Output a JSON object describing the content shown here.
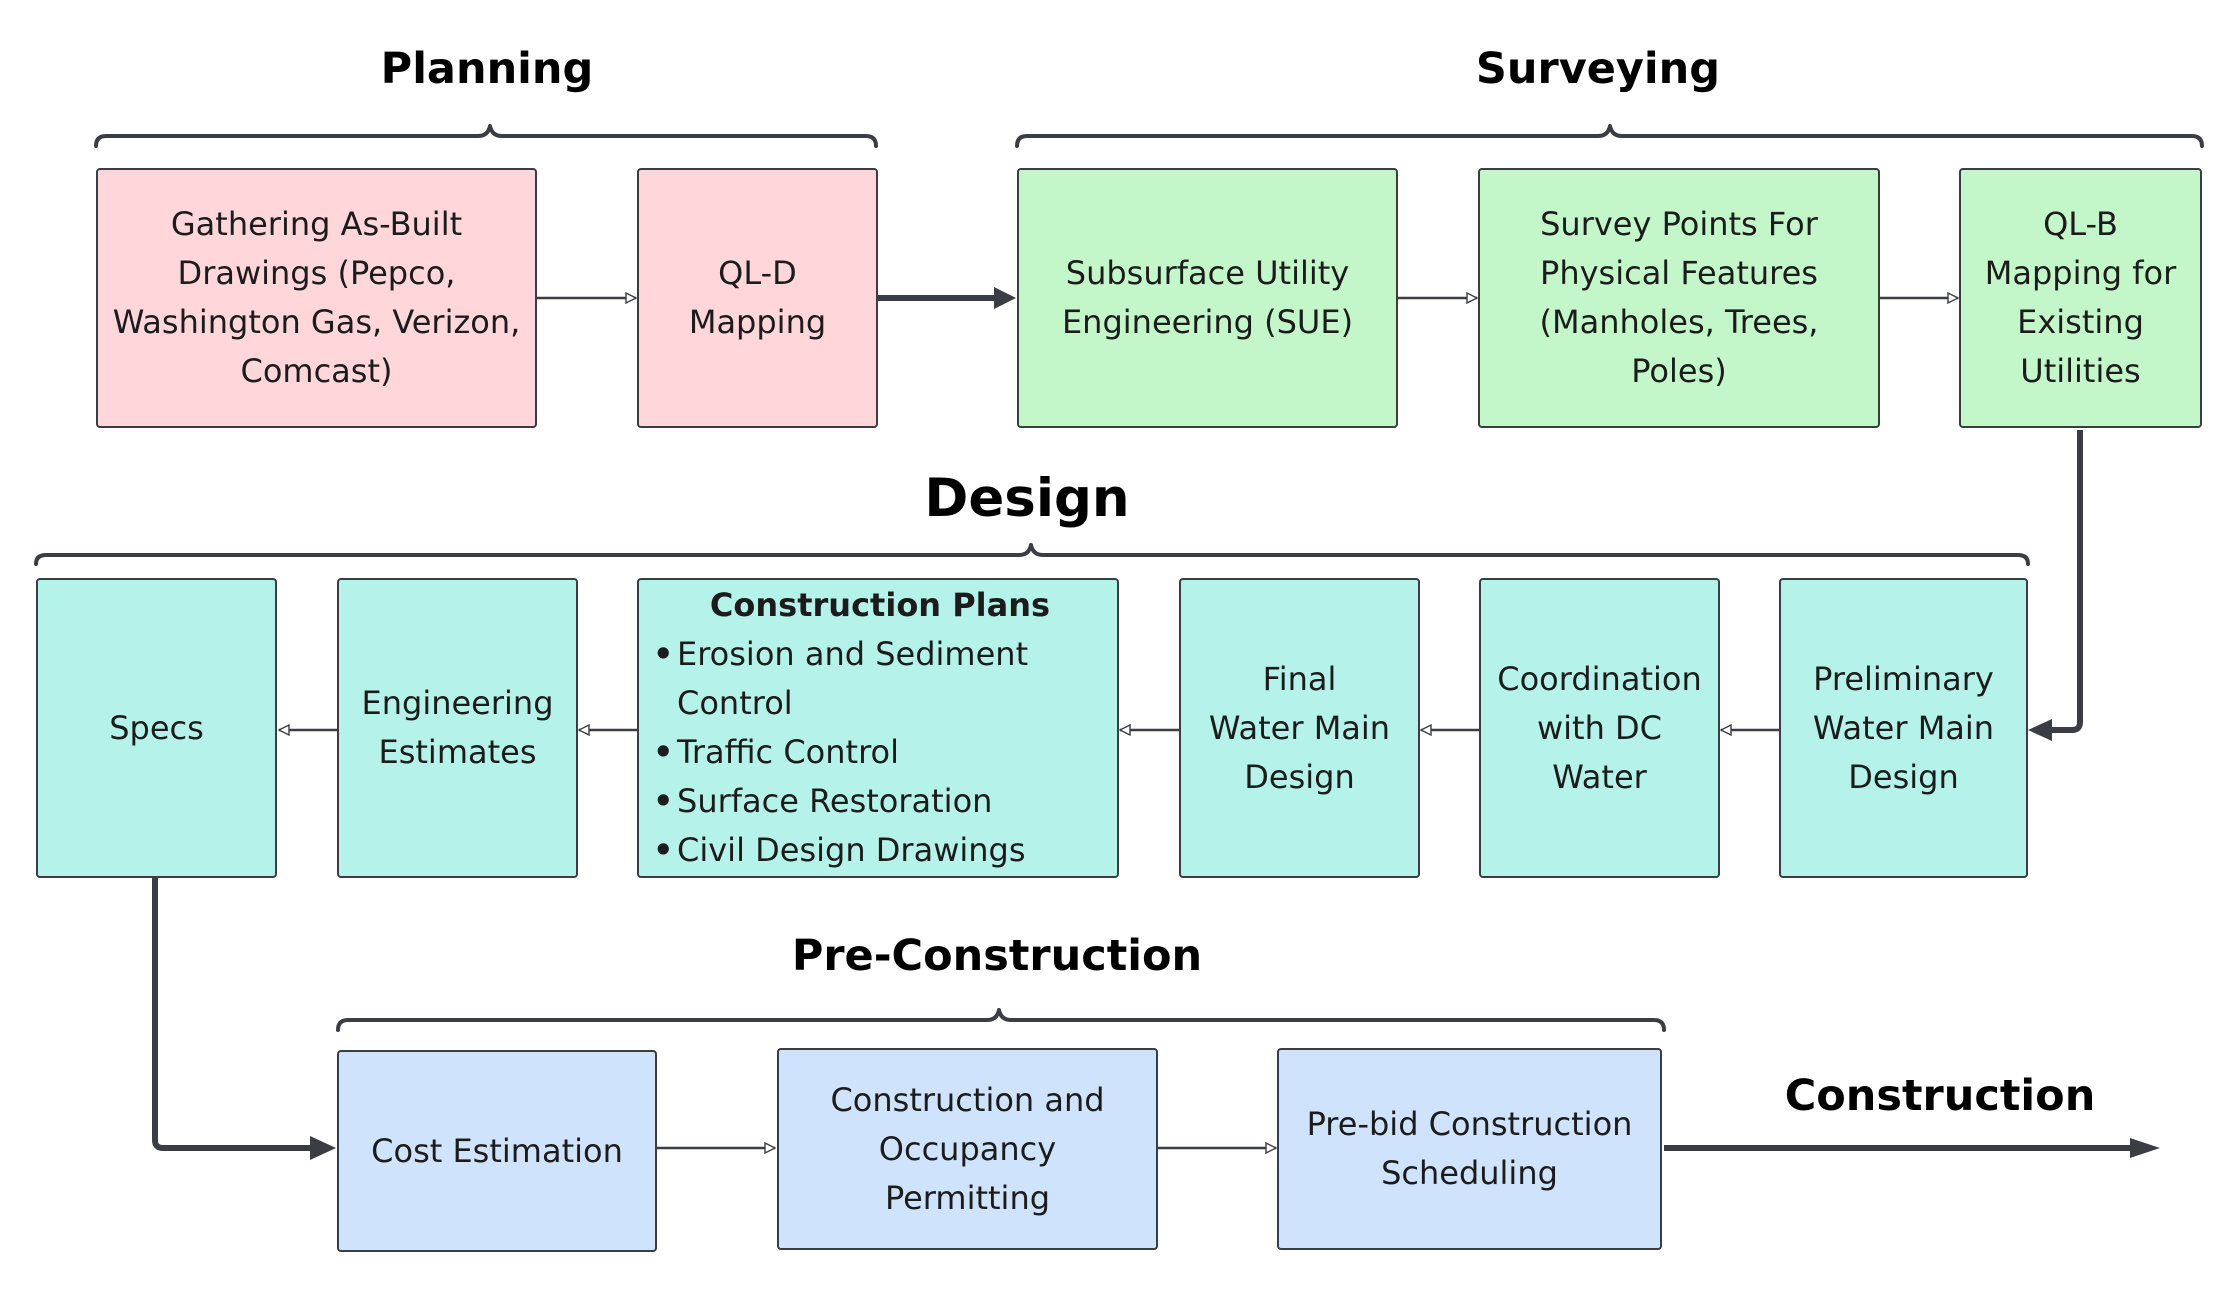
{
  "colors": {
    "planning": "#ffd6d9",
    "surveying": "#c3f7c9",
    "design": "#b5f3ea",
    "pre_construction": "#cfe3fc",
    "line": "#3a3d44"
  },
  "sections": {
    "planning": "Planning",
    "surveying": "Surveying",
    "design": "Design",
    "pre_construction": "Pre-Construction",
    "construction": "Construction"
  },
  "boxes": {
    "as_built": [
      "Gathering As-Built",
      "Drawings (Pepco,",
      "Washington Gas, Verizon,",
      "Comcast)"
    ],
    "qld": [
      "QL-D",
      "Mapping"
    ],
    "sue": [
      "Subsurface Utility",
      "Engineering (SUE)"
    ],
    "survey_points": [
      "Survey Points For",
      "Physical Features",
      "(Manholes, Trees,",
      "Poles)"
    ],
    "qlb": [
      "QL-B",
      "Mapping for",
      "Existing",
      "Utilities"
    ],
    "preliminary": [
      "Preliminary",
      "Water Main",
      "Design"
    ],
    "coordination": [
      "Coordination",
      "with DC",
      "Water"
    ],
    "final_design": [
      "Final",
      "Water Main",
      "Design"
    ],
    "construction_plans": {
      "title": "Construction Plans",
      "items": [
        "Erosion and Sediment Control",
        "Traffic Control",
        "Surface Restoration",
        "Civil Design Drawings"
      ]
    },
    "engineering_estimates": [
      "Engineering",
      "Estimates"
    ],
    "specs": [
      "Specs"
    ],
    "cost_estimation": [
      "Cost Estimation"
    ],
    "permitting": [
      "Construction and",
      "Occupancy",
      "Permitting"
    ],
    "prebid": [
      "Pre-bid Construction",
      "Scheduling"
    ]
  }
}
